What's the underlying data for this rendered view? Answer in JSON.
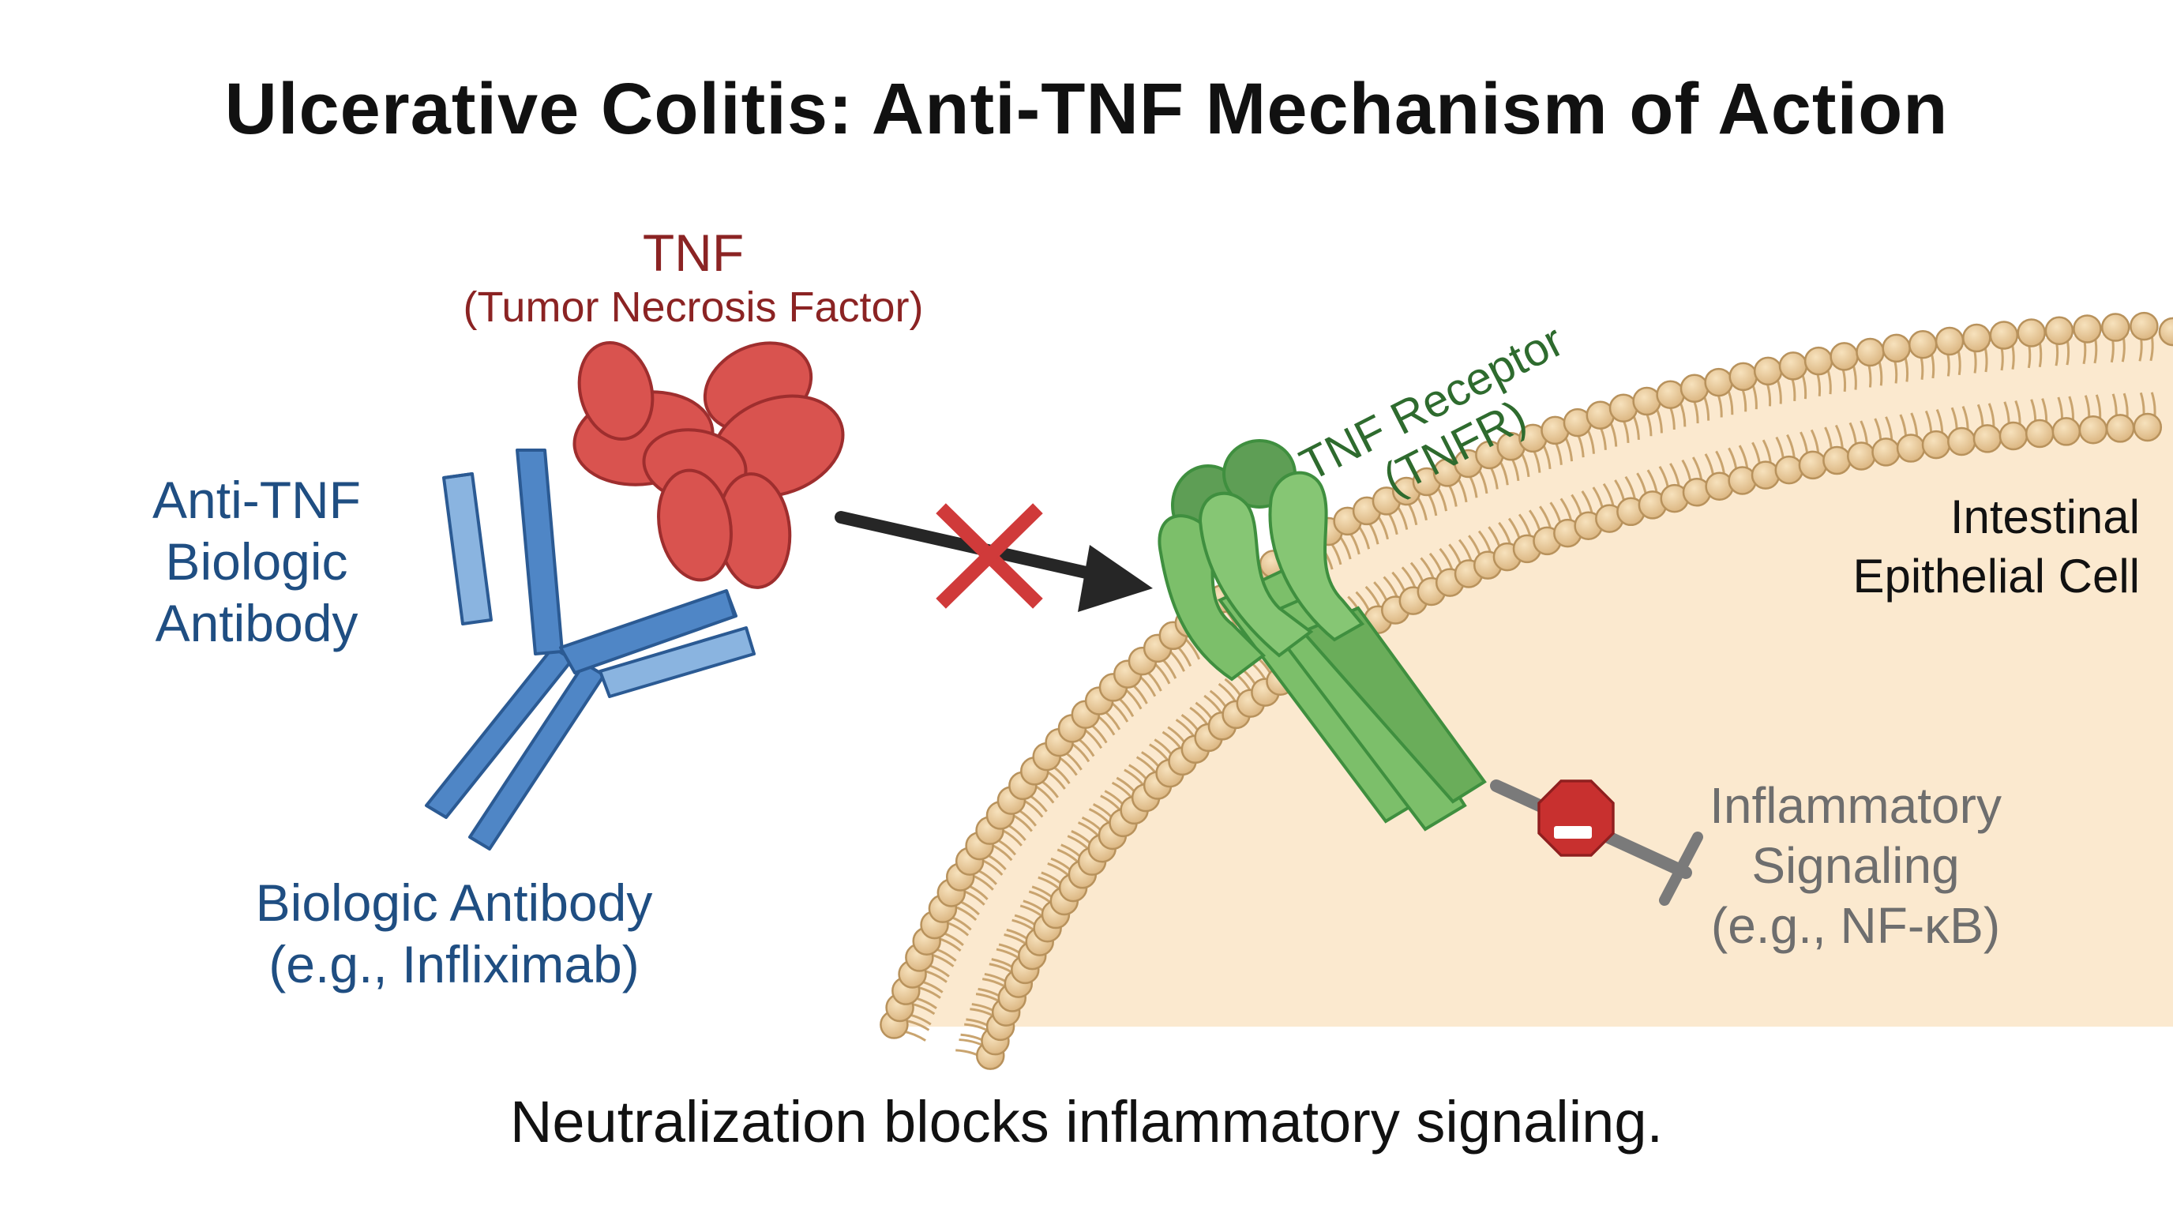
{
  "title": "Ulcerative Colitis: Anti-TNF Mechanism of Action",
  "tnf": {
    "name": "TNF",
    "full_name": "(Tumor Necrosis Factor)",
    "color": "#8b2323",
    "fill": "#d9534f"
  },
  "antibody": {
    "label_lines": [
      "Anti-TNF",
      "Biologic",
      "Antibody"
    ],
    "caption_lines": [
      "Biologic Antibody",
      "(e.g., Infliximab)"
    ],
    "color": "#1f4e82",
    "fill": "#4f86c6",
    "light_fill": "#8ab4e0"
  },
  "receptor": {
    "label_lines": [
      "TNF Receptor",
      "(TNFR)"
    ],
    "color": "#2e6b2e",
    "fill": "#7cbf6a"
  },
  "cell": {
    "label_lines": [
      "Intestinal",
      "Epithelial Cell"
    ],
    "fill": "#fbe9cf",
    "lipid_color": "#e8c99a"
  },
  "signaling": {
    "label_lines": [
      "Inflammatory",
      "Signaling",
      "(e.g., NF-κB)"
    ],
    "color": "#6e6e6e"
  },
  "blocked_symbol_color": "#d03a3a",
  "caption": "Neutralization blocks inflammatory signaling."
}
